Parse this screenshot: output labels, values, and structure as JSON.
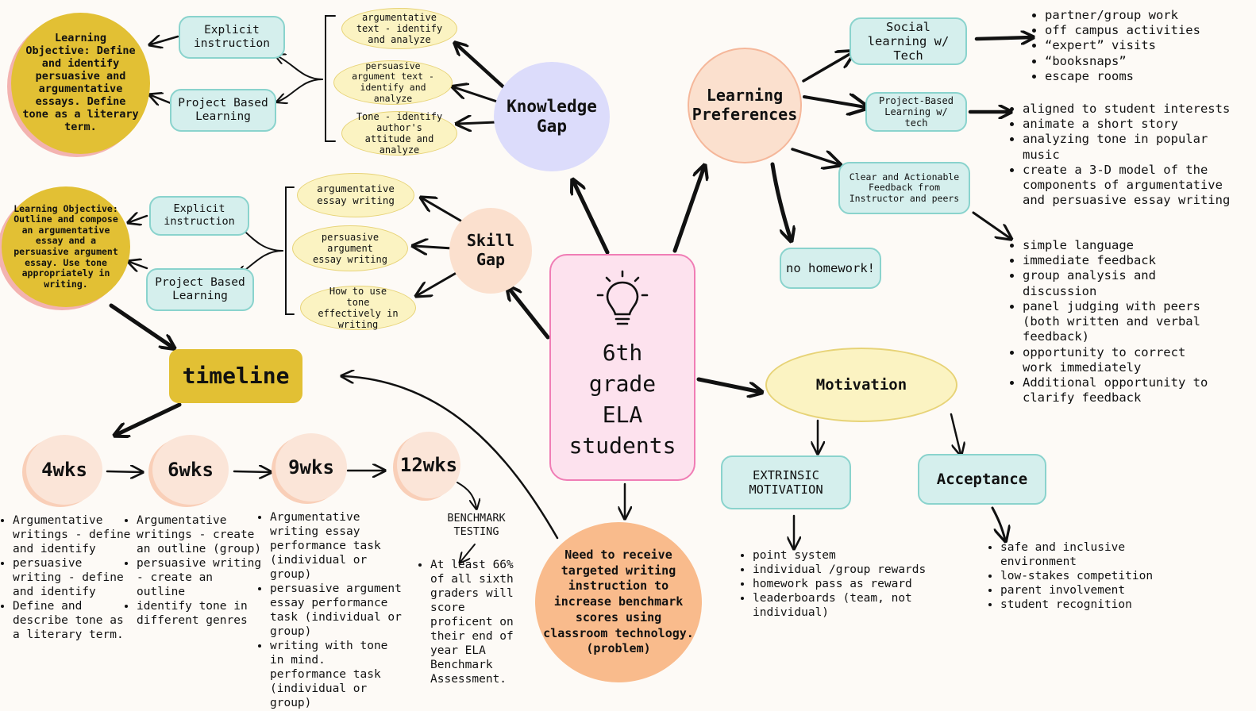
{
  "center": {
    "label": "6th grade ELA students"
  },
  "knowledge_gap": {
    "label": "Knowledge Gap",
    "items": [
      "argumentative text - identify and analyze",
      "persuasive argument text - identify and analyze",
      "Tone - identify author's attitude and analyze"
    ],
    "methods": [
      "Explicit instruction",
      "Project Based Learning"
    ],
    "objective": "Learning Objective: Define and identify persuasive and argumentative essays.  Define tone as a literary term."
  },
  "skill_gap": {
    "label": "Skill Gap",
    "items": [
      "argumentative essay writing",
      "persuasive argument essay writing",
      "How to use tone effectively in writing"
    ],
    "methods": [
      "Explicit instruction",
      "Project Based Learning"
    ],
    "objective": "Learning Objective: Outline and compose an argumentative essay and a persuasive argument essay.  Use tone appropriately in writing."
  },
  "timeline": {
    "label": "timeline",
    "weeks": [
      {
        "label": "4wks",
        "items": [
          "Argumentative writings - define and identify",
          "persuasive writing - define and identify",
          "Define and describe tone as a literary term."
        ]
      },
      {
        "label": "6wks",
        "items": [
          "Argumentative writings - create an outline (group)",
          "persuasive writing - create an outline",
          "identify tone in different genres"
        ]
      },
      {
        "label": "9wks",
        "items": [
          "Argumentative writing essay performance task (individual or group)",
          "persuasive argument essay performance task (individual or group)",
          "writing with tone in mind. performance task (individual or group)"
        ]
      },
      {
        "label": "12wks",
        "items": []
      }
    ],
    "benchmark": {
      "label": "BENCHMARK TESTING",
      "items": [
        "At least 66% of all sixth graders will score proficent on their end of year ELA Benchmark Assessment."
      ]
    }
  },
  "problem": {
    "label": "Need to receive targeted writing instruction to increase benchmark scores using classroom technology. (problem)"
  },
  "learning_preferences": {
    "label": "Learning Preferences",
    "social": {
      "label": "Social learning w/ Tech",
      "items": [
        "partner/group work",
        "off campus activities",
        "“expert” visits",
        "“booksnaps”",
        "escape rooms"
      ]
    },
    "pbl": {
      "label": "Project-Based Learning w/ tech",
      "items": [
        "aligned to student interests",
        "animate a short story",
        "analyzing tone in popular music",
        "create a 3-D model of the components of argumentative and persuasive essay writing"
      ]
    },
    "feedback": {
      "label": "Clear and Actionable Feedback from Instructor and peers",
      "items": [
        "simple language",
        "immediate feedback",
        "group analysis and discussion",
        "panel judging with peers (both written and verbal feedback)",
        "opportunity to correct work immediately",
        "Additional opportunity to clarify feedback"
      ]
    },
    "no_homework": "no homework!"
  },
  "motivation": {
    "label": "Motivation",
    "extrinsic": {
      "label": "EXTRINSIC MOTIVATION",
      "items": [
        "point system",
        "individual /group rewards",
        "homework pass as reward",
        "leaderboards (team, not individual)"
      ]
    },
    "acceptance": {
      "label": "Acceptance",
      "items": [
        "safe and inclusive environment",
        "low-stakes competition",
        "parent involvement",
        "student recognition"
      ]
    }
  },
  "colors": {
    "objective": "#e2c034",
    "knowledge_gap": "#dcdcfb",
    "learning_preferences": "#fbe0ce",
    "teal_box": "#d5efed",
    "yellow_oval": "#fbf3c2",
    "center_box": "#fde2ee",
    "problem": "#f9bb8c"
  },
  "icons": {
    "center": "lightbulb-icon"
  }
}
